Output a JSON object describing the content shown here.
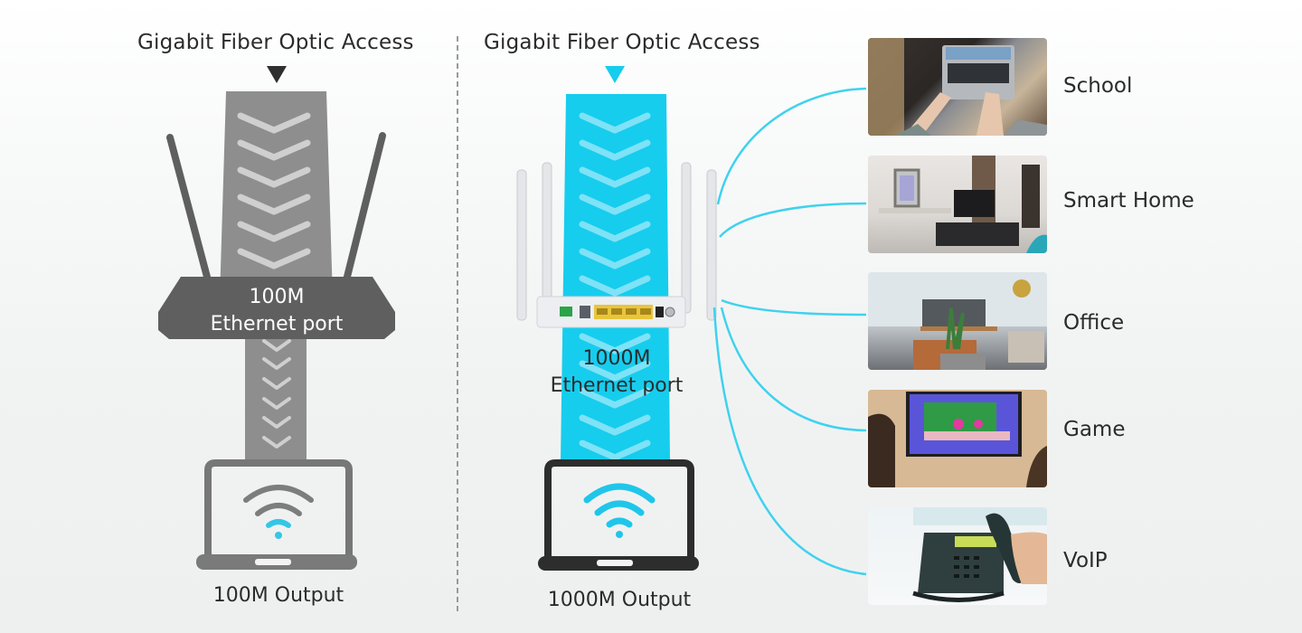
{
  "left_panel": {
    "heading": "Gigabit Fiber Optic Access",
    "port_speed": "100M",
    "port_label": "Ethernet port",
    "output_label": "100M Output",
    "colors": {
      "beam": "#8e8e8e",
      "router": "#5f5f5f",
      "chevron": "#cfcfcf",
      "wifi_dot": "#33c7e6"
    }
  },
  "right_panel": {
    "heading": "Gigabit Fiber Optic Access",
    "port_speed": "1000M",
    "port_label": "Ethernet port",
    "output_label": "1000M Output",
    "colors": {
      "beam": "#16cdee",
      "chevron": "#7fe2f6",
      "wifi": "#1fc6ea",
      "connector": "#3fd2ee"
    }
  },
  "use_cases": [
    {
      "label": "School",
      "icon": "laptop-typing-photo"
    },
    {
      "label": "Smart Home",
      "icon": "living-room-photo"
    },
    {
      "label": "Office",
      "icon": "office-space-photo"
    },
    {
      "label": "Game",
      "icon": "tv-game-photo"
    },
    {
      "label": "VoIP",
      "icon": "desk-phone-photo"
    }
  ]
}
